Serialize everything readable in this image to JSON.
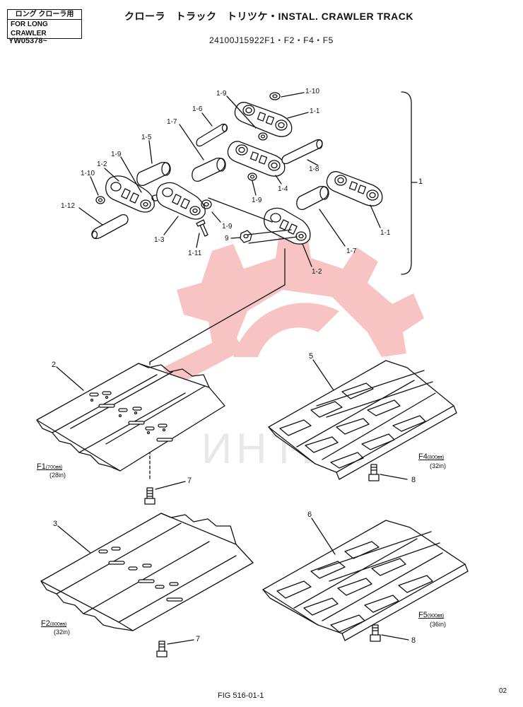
{
  "header": {
    "box_line1": "ロング クローラ用",
    "box_line2": "FOR LONG CRAWLER",
    "serial": "YW05378~",
    "title": "クローラ　トラック　トリツケ・INSTAL. CRAWLER  TRACK",
    "part_code": "24100J15922F1・F2・F4・F5"
  },
  "callouts": {
    "c1_10a": "1-10",
    "c1_9a": "1-9",
    "c1_1a": "1-1",
    "c1_6": "1-6",
    "c1_7a": "1-7",
    "c1_5": "1-5",
    "c1_9b": "1-9",
    "c1_2a": "1-2",
    "c1_10b": "1-10",
    "c1_8": "1-8",
    "c1_4": "1-4",
    "c1_9c": "1-9",
    "c1_12": "1-12",
    "c1_3": "1-3",
    "c1_9d": "1-9",
    "c9": "9",
    "c1_11": "1-11",
    "c1_1b": "1-1",
    "c1_7b": "1-7",
    "c1_2b": "1-2",
    "c1": "1",
    "c2": "2",
    "c3": "3",
    "c5": "5",
    "c6": "6",
    "c7a": "7",
    "c7b": "7",
    "c8a": "8",
    "c8b": "8"
  },
  "variants": {
    "f1": {
      "code": "F1",
      "width": "(700㎜)",
      "inch": "(28in)"
    },
    "f2": {
      "code": "F2",
      "width": "(800㎜)",
      "inch": "(32in)"
    },
    "f4": {
      "code": "F4",
      "width": "(800㎜)",
      "inch": "(32in)"
    },
    "f5": {
      "code": "F5",
      "width": "(900㎜)",
      "inch": "(36in)"
    }
  },
  "footer": {
    "figure": "FIG 516-01-1",
    "page": "02"
  },
  "watermark": {
    "text": "ИНТЕХ",
    "color": "#f4a6a6"
  }
}
